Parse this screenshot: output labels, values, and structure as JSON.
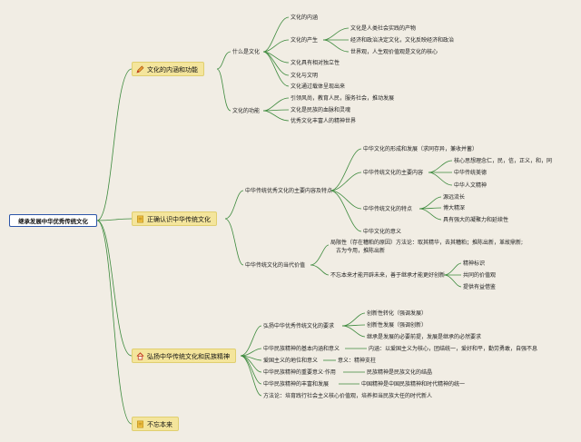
{
  "root": "继承发展中华优秀传统文化",
  "branches": {
    "b1": {
      "label": "文化的内涵和功能",
      "icon": "pencil-icon"
    },
    "b2": {
      "label": "正确认识中华传统文化",
      "icon": "document-icon"
    },
    "b3": {
      "label": "弘扬中华传统文化和民族精神",
      "icon": "home-icon"
    },
    "b4": {
      "label": "不忘本来",
      "icon": "document-icon"
    }
  },
  "b1": {
    "what": "什么是文化",
    "what_items": {
      "connotation": "文化的内涵",
      "origin": "文化的产生",
      "origin_items": [
        "文化是人类社会实践的产物",
        "经济和政治决定文化，文化反映经济和政治",
        "世界观，人生观价值观是文化的核心"
      ],
      "independence": "文化具有相对独立性",
      "civilization": "文化与文明",
      "carrier": "文化通过载体呈现出来"
    },
    "function": "文化的功能",
    "function_items": [
      "引领风尚，教育人民，服务社会，推动发展",
      "文化是民族的血脉和灵魂",
      "优秀文化丰富人的精神世界"
    ]
  },
  "b2": {
    "content": "中华传统优秀文化的主要内容及特点",
    "content_items": {
      "formation": "中华文化的形成和发展（求同存异，兼收并蓄）",
      "main": "中华传统文化的主要内容",
      "main_items": [
        "核心思想理念仁，民，信，正义，和，同",
        "中华传统美德",
        "中华人文精神"
      ],
      "features": "中华传统文化的特点",
      "feature_items": [
        "源远流长",
        "博大精深",
        "具有强大的凝聚力和延续性"
      ],
      "significance": "中华文化的意义"
    },
    "contemporary": "中华传统文化的当代价值",
    "contemporary_items": {
      "limitation_1": "局限性（存在糟粕的原因）方法论：取其精华，去其糟粕；推陈出新，革故鼎新;",
      "limitation_2": "古为今用，推陈出新",
      "forget": "不忘本来才能开辟未来，善于继承才能更好创新",
      "forget_items": [
        "精神标识",
        "共同的价值观",
        "提供有益借鉴"
      ]
    }
  },
  "b3": {
    "promote": "弘扬中华优秀传统文化的要求",
    "promote_items": [
      "创新性转化（强调发展）",
      "创新性发展（强调创新）",
      "继承是发展的必要前提，发展是继承的必然要求"
    ],
    "spirit": "中华民族精神的基本内涵和意义",
    "spirit_detail": "内涵：以爱国主义为核心，团结统一，爱好和平，勤劳勇敢，自强不息",
    "patriotism": "爱国主义的地位和意义",
    "patriotism_detail": "意义：精神支柱",
    "importance": "中华民族精神的重要意义·作用",
    "importance_detail": "民族精神是民族文化的结晶",
    "rich": "中华民族精神的丰富和发展",
    "rich_detail": "中国精神是中国民族精神和时代精神的统一",
    "method": "方法论：培育践行社会主义核心价值观，培养担当民族大任的时代新人"
  }
}
